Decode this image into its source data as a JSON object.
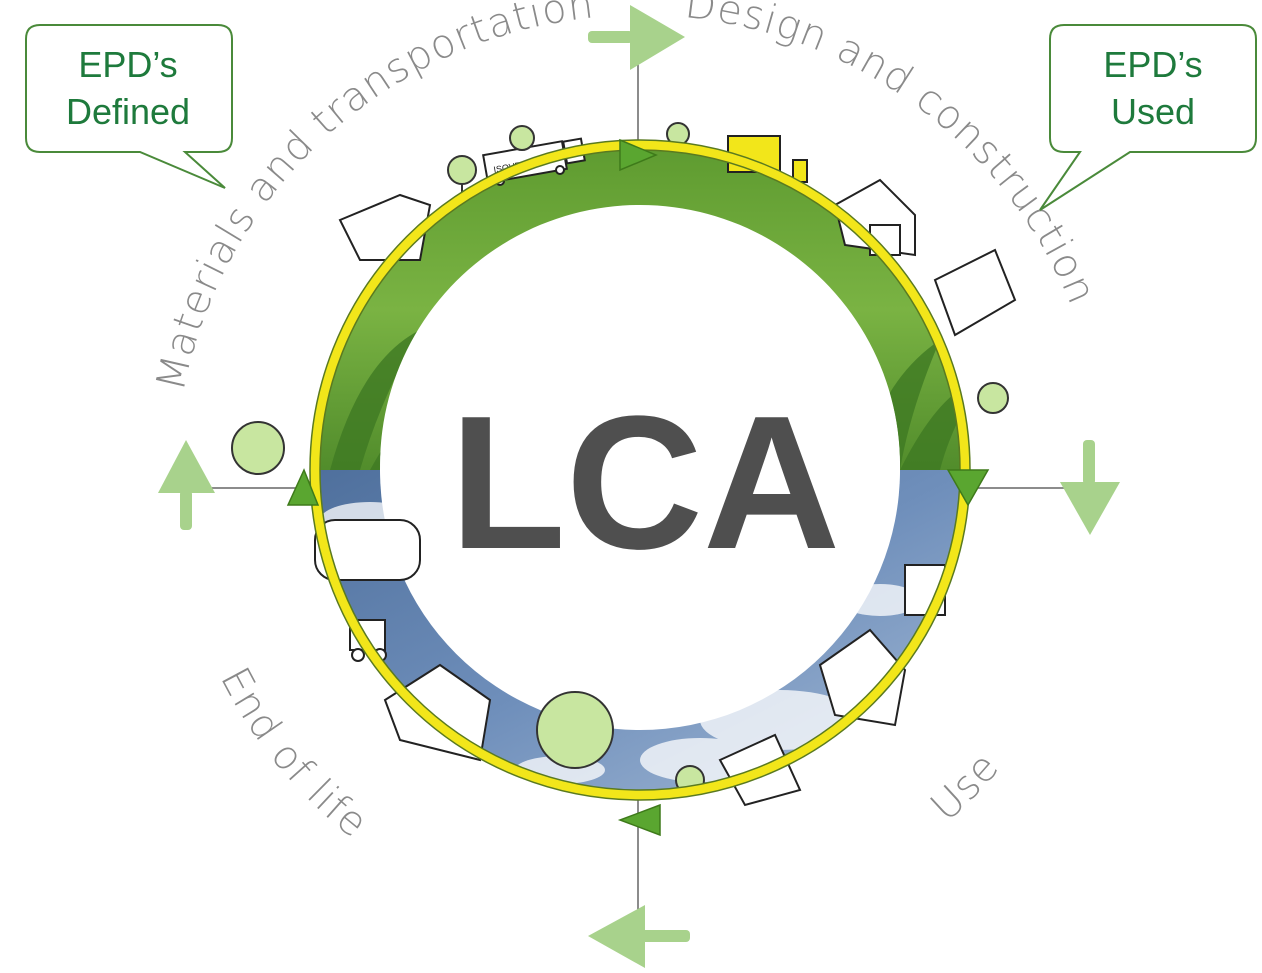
{
  "center": {
    "label": "LCA"
  },
  "stages": {
    "materials": "Materials and transportation",
    "design": "Design and construction",
    "use": "Use",
    "end_of_life": "End of life"
  },
  "callouts": {
    "left": {
      "line1": "EPD’s",
      "line2": "Defined"
    },
    "right": {
      "line1": "EPD’s",
      "line2": "Used"
    }
  },
  "truck_logo": "ISOVER",
  "colors": {
    "ring": "#f2e61a",
    "arrow_light": "#a8d28c",
    "arrow_dark": "#5aa630",
    "callout_border": "#4a8a3a",
    "callout_text": "#1e7a3c",
    "center_text": "#4f4f4f",
    "stage_text": "#8a8a8a"
  }
}
